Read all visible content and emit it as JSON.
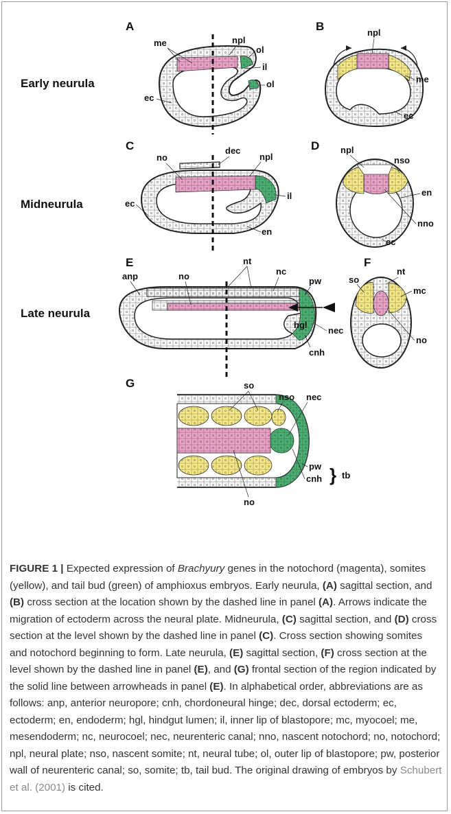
{
  "stages": {
    "early": "Early neurula",
    "mid": "Midneurula",
    "late": "Late neurula"
  },
  "panels": {
    "A": "A",
    "B": "B",
    "C": "C",
    "D": "D",
    "E": "E",
    "F": "F",
    "G": "G"
  },
  "labels": {
    "A": {
      "me": "me",
      "npl": "npl",
      "ol1": "ol",
      "il": "il",
      "ol2": "ol",
      "ec": "ec"
    },
    "B": {
      "npl": "npl",
      "me": "me",
      "ec": "ec"
    },
    "C": {
      "no": "no",
      "dec": "dec",
      "npl": "npl",
      "il": "il",
      "ec": "ec",
      "en": "en"
    },
    "D": {
      "npl": "npl",
      "nso": "nso",
      "en": "en",
      "nno": "nno",
      "ec": "ec"
    },
    "E": {
      "anp": "anp",
      "no": "no",
      "nt": "nt",
      "nc": "nc",
      "pw": "pw",
      "hgl": "hgl",
      "nec": "nec",
      "cnh": "cnh"
    },
    "F": {
      "so": "so",
      "nt": "nt",
      "mc": "mc",
      "no": "no"
    },
    "G": {
      "so": "so",
      "nso": "nso",
      "nec": "nec",
      "pw": "pw",
      "cnh": "cnh",
      "tb": "tb",
      "no": "no"
    }
  },
  "colors": {
    "notochord": "#e8a3c8",
    "somite": "#f5e98a",
    "tailbud": "#4caf73",
    "outline": "#222222"
  },
  "caption": {
    "label": "FIGURE 1 |",
    "text_1": " Expected expression of ",
    "gene": "Brachyury",
    "text_2": " genes in the notochord (magenta), somites (yellow), and tail bud (green) of amphioxus embryos. Early neurula, ",
    "refA1": "(A)",
    "text_3": " sagittal section, and ",
    "refB": "(B)",
    "text_4": " cross section at the location shown by the dashed line in panel ",
    "refA2": "(A)",
    "text_5": ". Arrows indicate the migration of ectoderm across the neural plate. Midneurula, ",
    "refC1": "(C)",
    "text_6": " sagittal section, and ",
    "refD": "(D)",
    "text_7": " cross section at the level shown by the dashed line in panel ",
    "refC2": "(C)",
    "text_8": ". Cross section showing somites and notochord beginning to form. Late neurula, ",
    "refE1": "(E)",
    "text_9": " sagittal section, ",
    "refF": "(F)",
    "text_10": " cross section at the level shown by the dashed line in panel ",
    "refE2": "(E)",
    "text_11": ", and ",
    "refG": "(G)",
    "text_12": " frontal section of the region indicated by the solid line between arrowheads in panel ",
    "refE3": "(E)",
    "text_13": ". In alphabetical order, abbreviations are as follows: anp, anterior neuropore; cnh, chordoneural hinge; dec, dorsal ectoderm; ec, ectoderm; en, endoderm; hgl, hindgut lumen; il, inner lip of blastopore; mc, myocoel; me, mesendoderm; nc, neurocoel; nec, neurenteric canal; nno, nascent notochord; no, notochord; npl, neural plate; nso, nascent somite; nt, neural tube; ol, outer lip of blastopore; pw, posterior wall of neurenteric canal; so, somite; tb, tail bud. The original drawing of embryos by ",
    "citation": "Schubert et al. (2001)",
    "text_14": " is cited."
  }
}
